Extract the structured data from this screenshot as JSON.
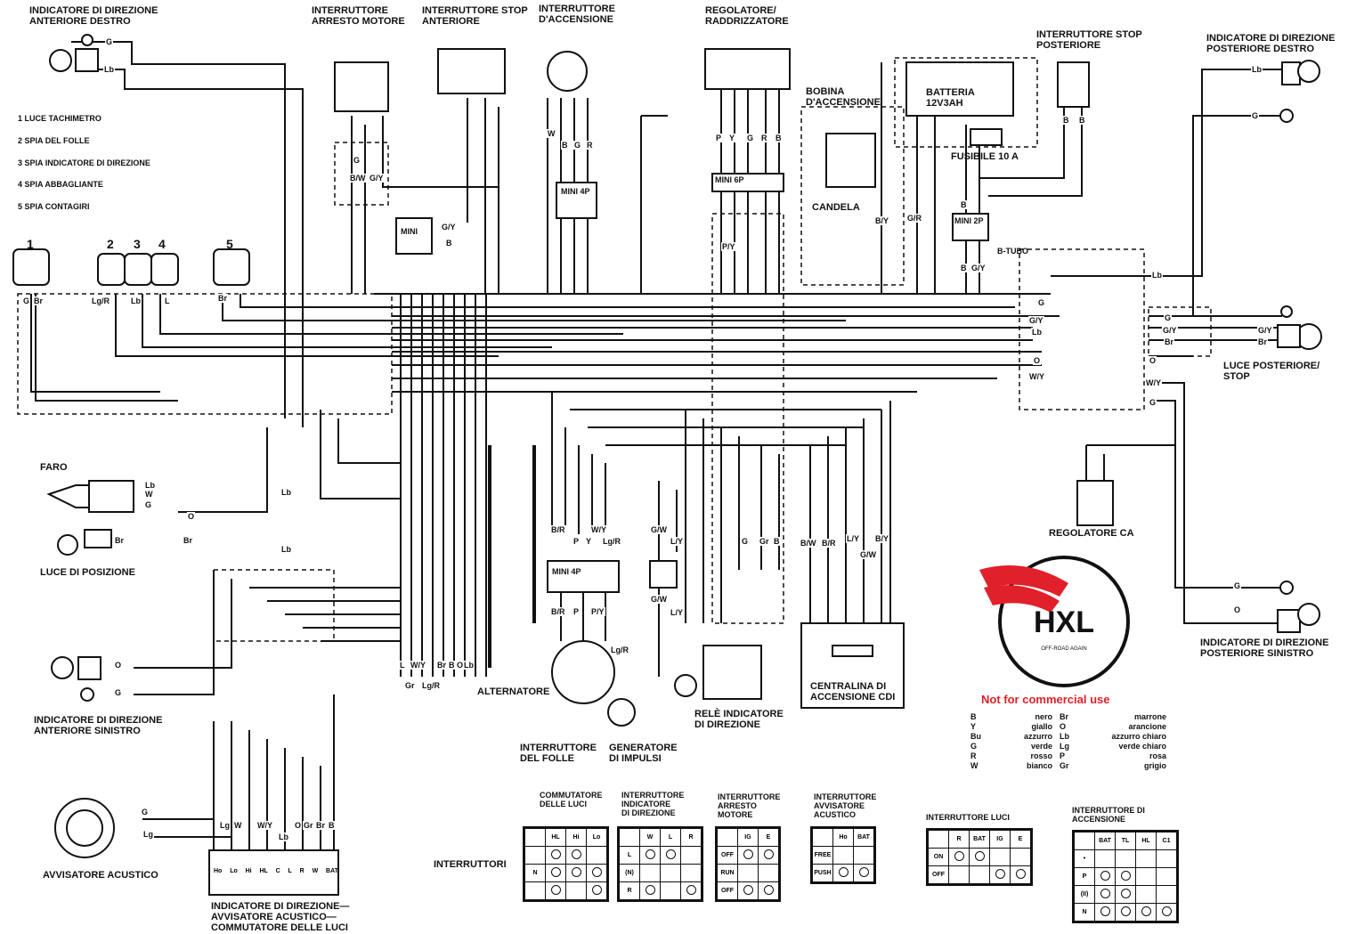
{
  "components": {
    "front_right_indicator": "INDICATORE DI DIREZIONE\nANTERIORE DESTRO",
    "kill_switch": "INTERRUTTORE\nARRESTO MOTORE",
    "front_stop_switch": "INTERRUTTORE STOP\nANTERIORE",
    "ignition_switch": "INTERRUTTORE\nD'ACCENSIONE",
    "regulator_rectifier": "REGOLATORE/\nRADDRIZZATORE",
    "ignition_coil": "BOBINA\nD'ACCENSIONE",
    "spark_plug": "CANDELA",
    "battery": "BATTERIA\n12V3AH",
    "fuse": "FUSIBILE 10 A",
    "rear_stop_switch": "INTERRUTTORE STOP\nPOSTERIORE",
    "rear_right_indicator": "INDICATORE DI DIREZIONE\nPOSTERIORE DESTRO",
    "rear_light": "LUCE POSTERIORE/\nSTOP",
    "ac_regulator": "REGOLATORE CA",
    "rear_left_indicator": "INDICATORE DI DIREZIONE\nPOSTERIORE SINISTRO",
    "headlight": "FARO",
    "position_light": "LUCE DI POSIZIONE",
    "front_left_indicator": "INDICATORE DI DIREZIONE\nANTERIORE SINISTRO",
    "horn": "AVVISATORE ACUSTICO",
    "handlebar_switch": "INDICATORE DI DIREZIONE—\nAVVISATORE ACUSTICO—\nCOMMUTATORE DELLE LUCI",
    "alternator": "ALTERNATORE",
    "neutral_switch": "INTERRUTTORE\nDEL FOLLE",
    "pulse_generator": "GENERATORE\nDI IMPULSI",
    "turn_relay": "RELÈ INDICATORE\nDI DIREZIONE",
    "cdi": "CENTRALINA DI\nACCENSIONE CDI",
    "mini_4p": "MINI 4P",
    "mini_6p": "MINI 6P",
    "mini_2p": "MINI 2P",
    "mini": "MINI",
    "to_frame": "B-tubo"
  },
  "dashboard": {
    "lamps": [
      {
        "n": "1",
        "label": "LUCE TACHIMETRO"
      },
      {
        "n": "2",
        "label": "SPIA DEL FOLLE"
      },
      {
        "n": "3",
        "label": "SPIA INDICATORE DI DIREZIONE"
      },
      {
        "n": "4",
        "label": "SPIA ABBAGLIANTE"
      },
      {
        "n": "5",
        "label": "SPIA CONTAGIRI"
      }
    ],
    "numbers": [
      "1",
      "2",
      "3",
      "4",
      "5"
    ]
  },
  "wire_labels": {
    "g": "G",
    "lb": "Lb",
    "br": "Br",
    "w": "W",
    "y": "Y",
    "b": "B",
    "r": "R",
    "p": "P",
    "o": "O",
    "gy": "G/Y",
    "bw": "B/W",
    "py": "P/Y",
    "br_r": "B/R",
    "wy": "W/Y",
    "lgr": "Lg/R",
    "gw": "G/W",
    "ly": "L/Y",
    "by": "B/Y",
    "gr": "Gr",
    "l": "L",
    "lg": "Lg",
    "gr2": "G/R"
  },
  "color_legend": {
    "title": "",
    "items": [
      {
        "code": "B",
        "name": "nero"
      },
      {
        "code": "Y",
        "name": "giallo"
      },
      {
        "code": "Bu",
        "name": "azzurro"
      },
      {
        "code": "G",
        "name": "verde"
      },
      {
        "code": "R",
        "name": "rosso"
      },
      {
        "code": "W",
        "name": "bianco"
      },
      {
        "code": "Br",
        "name": "marrone"
      },
      {
        "code": "O",
        "name": "arancione"
      },
      {
        "code": "Lb",
        "name": "azzurro chiaro"
      },
      {
        "code": "Lg",
        "name": "verde chiaro"
      },
      {
        "code": "P",
        "name": "rosa"
      },
      {
        "code": "Gr",
        "name": "grigio"
      }
    ]
  },
  "watermark": {
    "logo": "HXL",
    "tagline": "OFF-ROAD AGAIN",
    "notice": "Not for commercial use",
    "brand_color": "#e0202a"
  },
  "switch_tables": {
    "caption": "INTERRUTTORI",
    "tables": [
      {
        "title": "COMMUTATORE\nDELLE LUCI",
        "headers": [
          "",
          "HL",
          "Hi",
          "Lo"
        ],
        "rows": [
          [
            "",
            "",
            "",
            ""
          ],
          [
            "N",
            "",
            "",
            ""
          ],
          [
            "",
            "",
            "",
            ""
          ]
        ]
      },
      {
        "title": "INTERRUTTORE\nINDICATORE\nDI DIREZIONE",
        "headers": [
          "",
          "W",
          "L",
          "R"
        ],
        "rows": [
          [
            "L",
            "",
            "",
            ""
          ],
          [
            "(N)",
            "",
            "",
            ""
          ],
          [
            "R",
            "",
            "",
            ""
          ]
        ]
      },
      {
        "title": "INTERRUTTORE\nARRESTO\nMOTORE",
        "headers": [
          "",
          "IG",
          "E"
        ],
        "rows": [
          [
            "OFF",
            "",
            ""
          ],
          [
            "RUN",
            "",
            ""
          ],
          [
            "OFF",
            "",
            ""
          ]
        ]
      },
      {
        "title": "INTERRUTTORE\nAVVISATORE\nACUSTICO",
        "headers": [
          "",
          "Ho",
          "BAT"
        ],
        "rows": [
          [
            "FREE",
            "",
            ""
          ],
          [
            "PUSH",
            "",
            ""
          ]
        ]
      },
      {
        "title": "INTERRUTTORE LUCI",
        "headers": [
          "",
          "R",
          "BAT",
          "IG",
          "E"
        ],
        "rows": [
          [
            "ON",
            "",
            "",
            "",
            ""
          ],
          [
            "OFF",
            "",
            "",
            "",
            ""
          ]
        ]
      },
      {
        "title": "INTERRUTTORE DI\nACCENSIONE",
        "headers": [
          "",
          "BAT",
          "TL",
          "HL",
          "C1"
        ],
        "rows": [
          [
            "•",
            "",
            "",
            "",
            ""
          ],
          [
            "P",
            "",
            "",
            "",
            ""
          ],
          [
            "(II)",
            "",
            "",
            "",
            ""
          ],
          [
            "N",
            "",
            "",
            "",
            ""
          ]
        ]
      }
    ]
  },
  "handlebar_terminals": [
    "Ho",
    "Lo",
    "Hi",
    "HL",
    "C",
    "L",
    "R",
    "W",
    "BAT"
  ]
}
